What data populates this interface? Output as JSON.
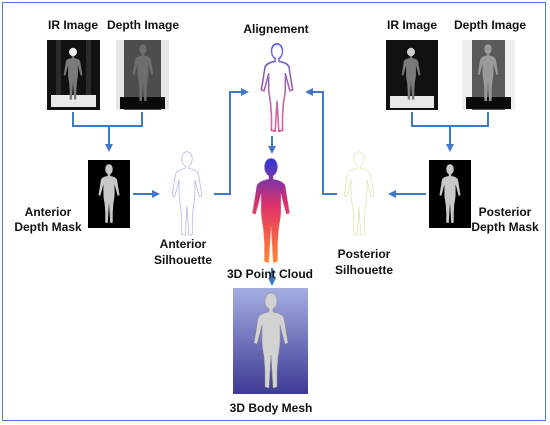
{
  "labels": {
    "left_ir": "IR Image",
    "left_depth": "Depth Image",
    "right_ir": "IR Image",
    "right_depth": "Depth Image",
    "alignment": "Alignement",
    "anterior_mask_line1": "Anterior",
    "anterior_mask_line2": "Depth Mask",
    "anterior_sil_line1": "Anterior",
    "anterior_sil_line2": "Silhouette",
    "point_cloud": "3D Point Cloud",
    "posterior_sil_line1": "Posterior",
    "posterior_sil_line2": "Silhouette",
    "posterior_mask_line1": "Posterior",
    "posterior_mask_line2": "Depth Mask",
    "body_mesh": "3D Body Mesh"
  },
  "colors": {
    "arrow": "#3d78c9",
    "frame": "#4a7bc4",
    "mask_bg": "#000000",
    "silhouette_anterior": "#a9b2e6",
    "silhouette_posterior": "#e0e0a8",
    "mesh_bg_top": "#9aa6de",
    "mesh_bg_bottom": "#3e3a95"
  }
}
